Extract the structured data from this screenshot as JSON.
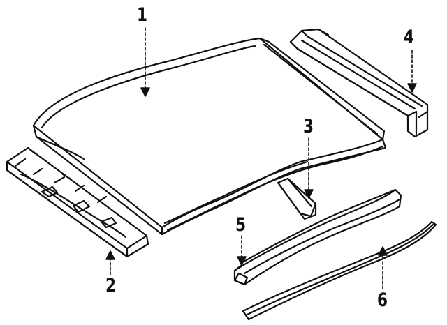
{
  "diagram": {
    "callouts": [
      {
        "id": "1",
        "label": "1",
        "part": "roof-panel"
      },
      {
        "id": "2",
        "label": "2",
        "part": "front-header-panel"
      },
      {
        "id": "3",
        "label": "3",
        "part": "roof-bow"
      },
      {
        "id": "4",
        "label": "4",
        "part": "rear-header-rail"
      },
      {
        "id": "5",
        "label": "5",
        "part": "side-rail"
      },
      {
        "id": "6",
        "label": "6",
        "part": "drip-molding"
      }
    ],
    "line_color": "#111111",
    "background_color": "#ffffff"
  }
}
